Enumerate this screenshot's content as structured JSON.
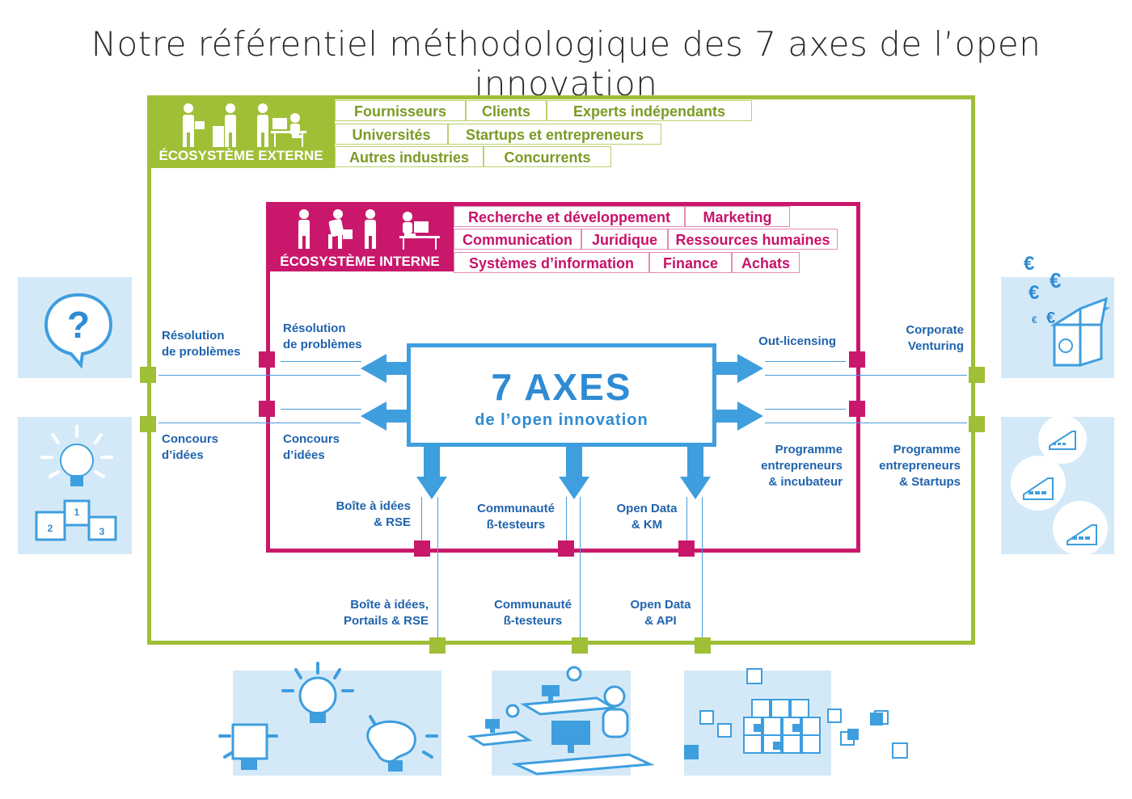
{
  "title": "Notre référentiel méthodologique des 7 axes de l’open innovation",
  "external": {
    "label": "ÉCOSYSTÈME EXTERNE",
    "tags": [
      "Fournisseurs",
      "Clients",
      "Experts indépendants",
      "Universités",
      "Startups et entrepreneurs",
      "Autres industries",
      "Concurrents"
    ]
  },
  "internal": {
    "label": "ÉCOSYSTÈME INTERNE",
    "tags": [
      "Recherche et développement",
      "Marketing",
      "Communication",
      "Juridique",
      "Ressources humaines",
      "Systèmes d’information",
      "Finance",
      "Achats"
    ]
  },
  "center": {
    "title": "7 AXES",
    "subtitle": "de l’open innovation"
  },
  "labels": {
    "resolution_ext": [
      "Résolution",
      "de problèmes"
    ],
    "resolution_int": [
      "Résolution",
      "de problèmes"
    ],
    "concours_ext": [
      "Concours",
      "d’idées"
    ],
    "concours_int": [
      "Concours",
      "d’idées"
    ],
    "out_licensing": "Out-licensing",
    "corporate_venturing": [
      "Corporate",
      "Venturing"
    ],
    "prog_incubateur": [
      "Programme",
      "entrepreneurs",
      "& incubateur"
    ],
    "prog_startups": [
      "Programme",
      "entrepreneurs",
      "& Startups"
    ],
    "boite_int": [
      "Boîte à idées",
      "& RSE"
    ],
    "communaute_int": [
      "Communauté",
      "ß-testeurs"
    ],
    "opendata_int": [
      "Open Data",
      "& KM"
    ],
    "boite_ext": [
      "Boîte à idées,",
      "Portails & RSE"
    ],
    "communaute_ext": [
      "Communauté",
      "ß-testeurs"
    ],
    "opendata_ext": [
      "Open Data",
      "& API"
    ]
  },
  "colors": {
    "green": "#9fbf36",
    "magenta": "#c9186b",
    "blue": "#3e9ede",
    "lightblue": "#d4e9f8"
  },
  "icons": [
    "question-bubble-icon",
    "lightbulb-podium-icon",
    "euro-box-icon",
    "startup-buildings-icon",
    "lightbulbs-icon",
    "community-desks-icon",
    "data-cubes-icon"
  ]
}
